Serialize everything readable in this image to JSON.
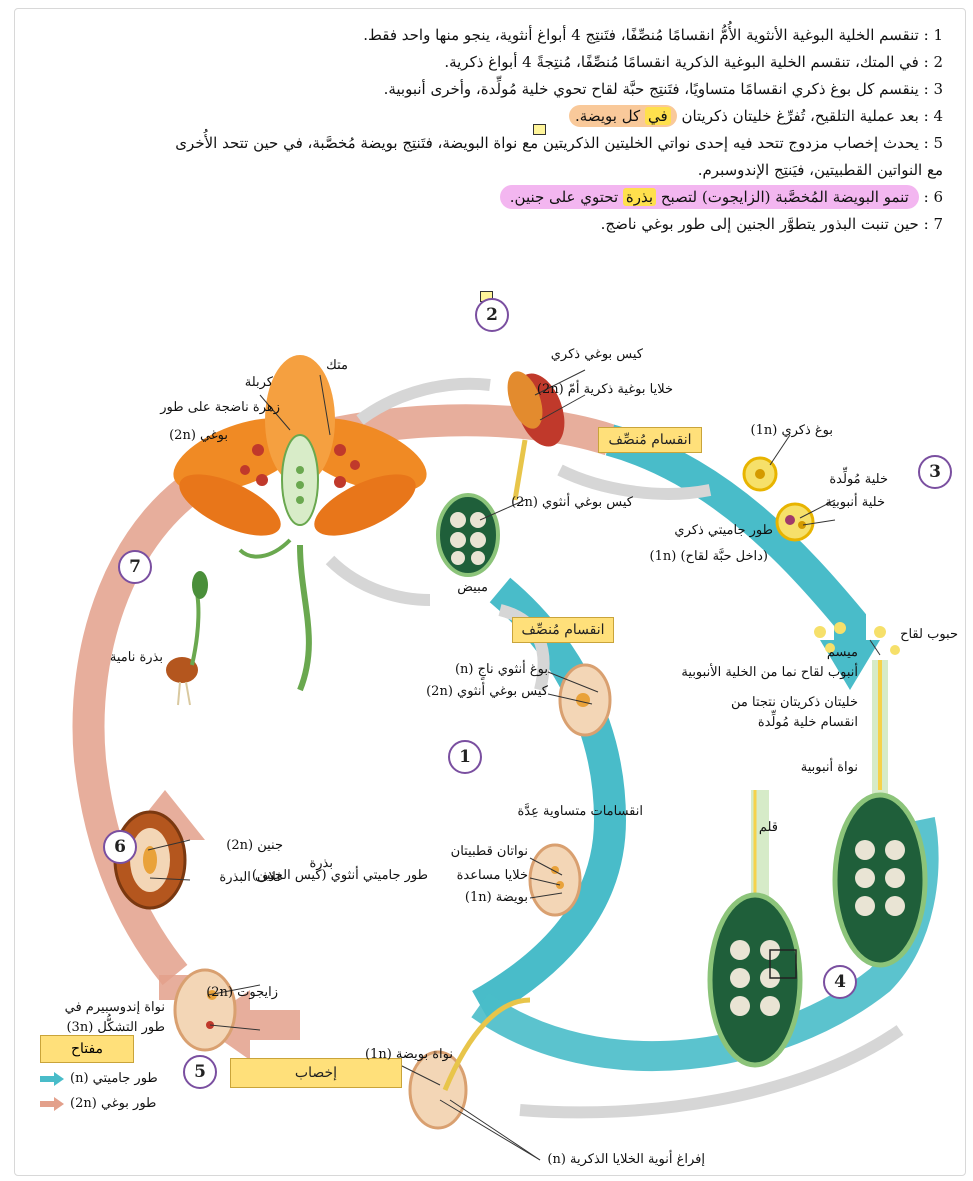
{
  "steps": [
    {
      "num": "1 :",
      "text": "تنقسم الخلية البوغية الأنثوية الأُمُّ انقسامًا مُنصِّفًا، فتَنتِج 4 أبواغ أنثوية، ينجو منها واحد فقط."
    },
    {
      "num": "2 :",
      "text": "في المتك، تنقسم الخلية البوغية الذكرية انقسامًا مُنصِّفًا، مُنتِجةً 4 أبواغ ذكرية."
    },
    {
      "num": "3 :",
      "text": "ينقسم كل بوغ ذكري انقسامًا متساويًا، فتَنتِج حبَّة لقاح تحوي خلية مُولِّدة، وأخرى أنبوبية."
    },
    {
      "num": "4 :",
      "text_pre": "بعد عملية التلقيح، تُفرِّغ خليتان ذكريتان ",
      "text_hl1": "في",
      "text_hl2": " كل بويضة."
    },
    {
      "num": "5 :",
      "text": "يحدث إخصاب مزدوج تتحد فيه إحدى نواتي الخليتين الذكريتين مع نواة البويضة، فتَنتِج بويضة مُخصَّبة، في حين تتحد الأُخرى",
      "text2": "مع النواتين القطبيتين، فيَنتِج الإندوسبرم."
    },
    {
      "num": "6 :",
      "text_pre": "تنمو البويضة المُخصَّبة (الزايجوت) لتصبح ",
      "text_hl": "بذرة",
      "text_post": " تحتوي على جنين."
    },
    {
      "num": "7 :",
      "text": "حين تنبت البذور يتطوَّر الجنين إلى طور بوغي ناضج."
    }
  ],
  "badges": [
    "1",
    "2",
    "3",
    "4",
    "5",
    "6",
    "7"
  ],
  "labels": {
    "mature_flower": "زهرة ناضجة على طور",
    "mature_flower2": "بوغي (2n)",
    "anther": "متك",
    "carpel": "كربلة",
    "male_sac": "كيس بوغي ذكري",
    "male_mother": "خلايا بوغية ذكرية أمّ (2n)",
    "female_sac": "كيس بوغي أنثوي (2n)",
    "ovary": "مبيض",
    "male_spore": "بوغ ذكري (1n)",
    "generative": "خلية مُولِّدة",
    "tube_cell": "خلية أنبوبية",
    "male_gameto": "طور جاميتي ذكري",
    "male_gameto2": "(داخل حبَّة لقاح) (1n)",
    "pollen": "حبوب لقاح",
    "stigma": "ميسم",
    "pollen_tube": "أنبوب لقاح نما من الخلية الأنبوبية",
    "two_male": "خليتان ذكريتان نتجتا من",
    "two_male2": "انقسام خلية مُولِّدة",
    "tube_nucleus": "نواة أنبوبية",
    "style": "قلم",
    "female_spore": "بوغ أنثوي ناجٍ (n)",
    "female_sac2": "كيس بوغي أنثوي (2n)",
    "mitoses": "انقسامات متساوية عِدَّة",
    "polar": "نواتان قطبيتان",
    "helper": "خلايا مساعدة",
    "egg": "بويضة (1n)",
    "female_gameto": "طور جاميتي أنثوي (كيس الجنين)",
    "egg_nucleus": "نواة بويضة (1n)",
    "release": "إفراغ أنوية الخلايا الذكرية (n)",
    "zygote": "زايجوت (2n)",
    "endosperm": "نواة إندوسبيرم في",
    "endosperm2": "طور التشكُّل (3n)",
    "embryo": "جنين (2n)",
    "seed_coat": "غلاف البذرة",
    "seed": "بذرة",
    "seedling": "بذرة نامية"
  },
  "boxes": {
    "meiosis1": "انقسام مُنصِّف",
    "meiosis2": "انقسام مُنصِّف",
    "fertilization": "إخصاب"
  },
  "key": {
    "title": "مفتاح",
    "gameto": "طور جاميتي (n)",
    "sporo": "طور بوغي (2n)"
  },
  "colors": {
    "gameto": "#49bcc9",
    "sporo": "#e39a80",
    "highlight_box": "#ffe07a",
    "badge_border": "#7a4fa0"
  }
}
